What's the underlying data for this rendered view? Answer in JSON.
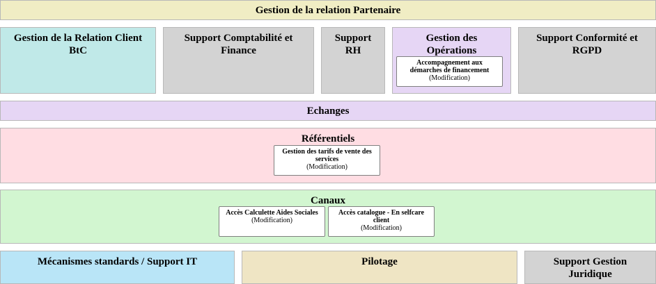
{
  "header": {
    "title": "Gestion de la relation Partenaire"
  },
  "row1": {
    "grc": "Gestion de la Relation Client BtC",
    "compta": "Support Comptabilité et Finance",
    "rh": "Support RH",
    "ops": {
      "title": "Gestion des Opérations",
      "card": {
        "name": "Accompagnement aux démarches de financement",
        "status": "(Modification)"
      }
    },
    "rgpd": "Support Conformité et RGPD"
  },
  "echanges": {
    "title": "Echanges"
  },
  "referentiels": {
    "title": "Référentiels",
    "card": {
      "name": "Gestion des tarifs de vente des services",
      "status": "(Modification)"
    }
  },
  "canaux": {
    "title": "Canaux",
    "cards": [
      {
        "name": "Accès Calculette Aides Sociales",
        "status": "(Modification)"
      },
      {
        "name": "Accès catalogue - En selfcare client",
        "status": "(Modification)"
      }
    ]
  },
  "bottom": {
    "mecanismes": "Mécanismes standards / Support IT",
    "pilotage": "Pilotage",
    "juridique": "Support Gestion Juridique"
  },
  "colors": {
    "header": "#f0edc4",
    "grc": "#c0e9e8",
    "support": "#d3d3d3",
    "operations": "#e6d6f5",
    "referentiels": "#ffdde3",
    "canaux": "#d2f6d0",
    "mecanismes": "#b9e5f7",
    "pilotage": "#efe5c4"
  }
}
